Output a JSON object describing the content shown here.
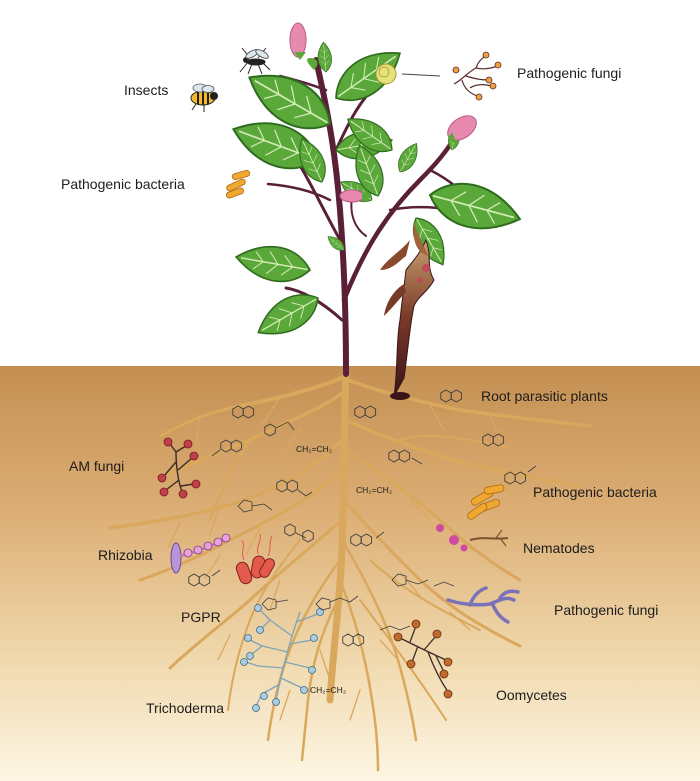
{
  "labels": {
    "insects": "Insects",
    "pathogenic_fungi_leaf": "Pathogenic fungi",
    "pathogenic_bacteria_leaf": "Pathogenic bacteria",
    "root_parasitic_plants": "Root parasitic plants",
    "am_fungi": "AM fungi",
    "pathogenic_bacteria_root": "Pathogenic bacteria",
    "nematodes": "Nematodes",
    "rhizobia": "Rhizobia",
    "pgpr": "PGPR",
    "pathogenic_fungi_root": "Pathogenic fungi",
    "trichoderma": "Trichoderma",
    "oomycetes": "Oomycetes"
  },
  "formulas": {
    "ethylene_1": "CH₂=CH₂",
    "ethylene_2": "CH₂=CH₂",
    "ethylene_3": "CH₂=CH₂"
  },
  "colors": {
    "soil_top": "#c48f52",
    "soil_bottom": "#fdf6e4",
    "root": "#d9a85c",
    "stem": "#5a2038",
    "leaf": "#5aa83a",
    "flower": "#e88ab0"
  }
}
